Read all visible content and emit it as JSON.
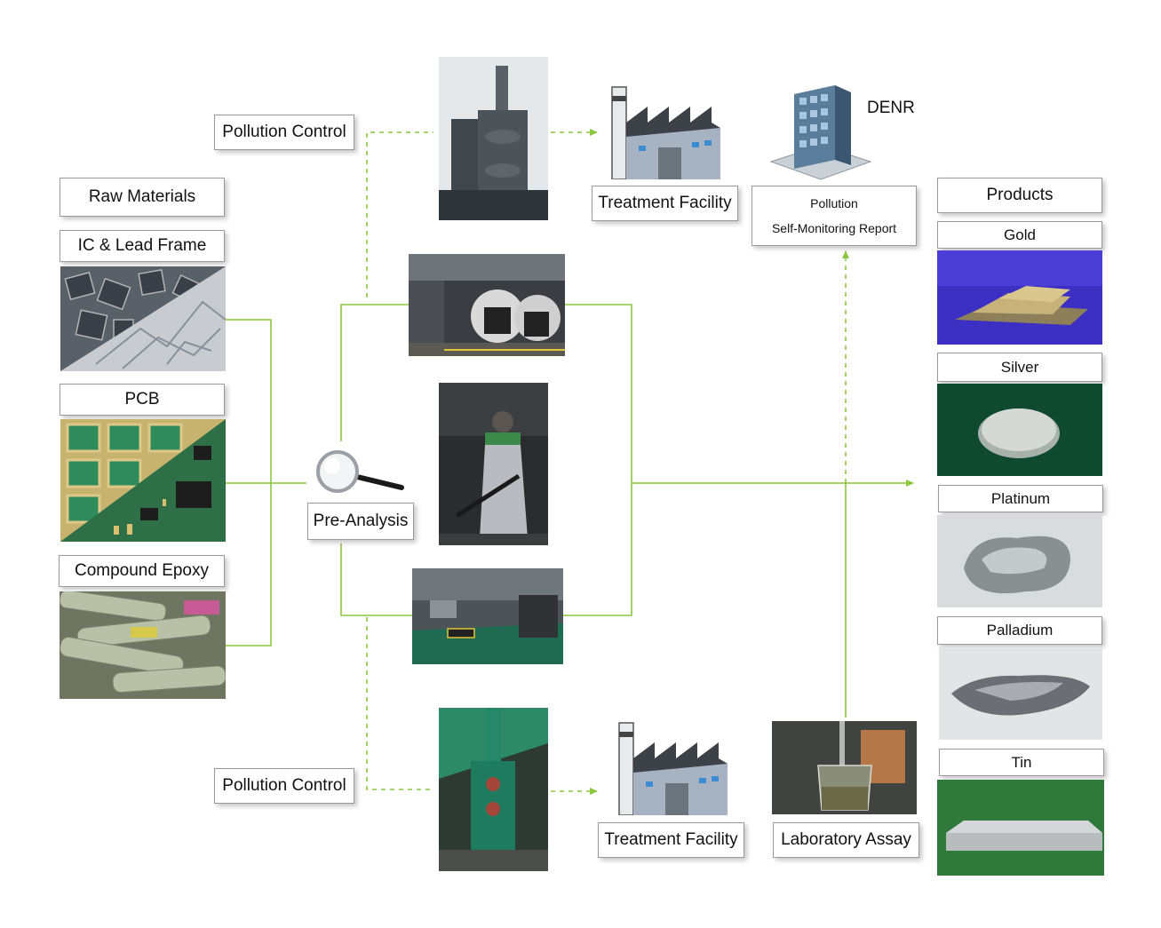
{
  "raw_materials": {
    "header": "Raw Materials",
    "items": [
      {
        "label": "IC & Lead Frame"
      },
      {
        "label": "PCB"
      },
      {
        "label": "Compound Epoxy"
      }
    ]
  },
  "pre_analysis": {
    "label": "Pre-Analysis"
  },
  "pollution_control": {
    "top_label": "Pollution Control",
    "bottom_label": "Pollution Control"
  },
  "treatment_facility": {
    "top_label": "Treatment Facility",
    "bottom_label": "Treatment Facility"
  },
  "denr": {
    "label": "DENR"
  },
  "report": {
    "line1": "Pollution",
    "line2": "Self-Monitoring Report"
  },
  "laboratory": {
    "label": "Laboratory Assay"
  },
  "products": {
    "header": "Products",
    "items": [
      {
        "label": "Gold"
      },
      {
        "label": "Silver"
      },
      {
        "label": "Platinum"
      },
      {
        "label": "Palladium"
      },
      {
        "label": "Tin"
      }
    ]
  },
  "colors": {
    "connector": "#8cc63f",
    "border": "#9a9a9a"
  }
}
